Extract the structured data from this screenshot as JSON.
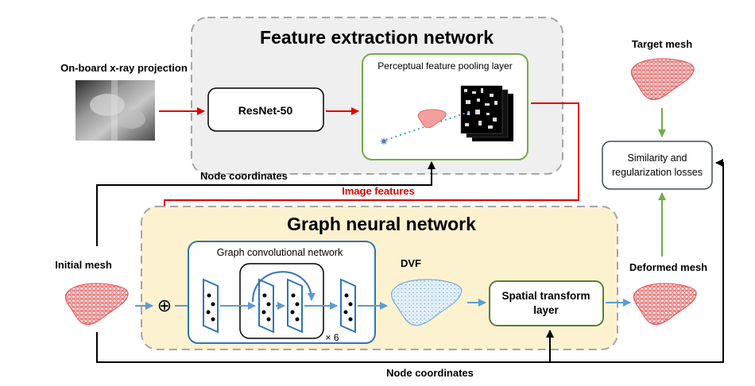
{
  "feature_extraction": {
    "title": "Feature extraction network",
    "resnet_label": "ResNet-50",
    "pooling_label": "Perceptual feature pooling layer"
  },
  "inputs": {
    "xray_label": "On-board x-ray projection",
    "initial_mesh_label": "Initial mesh",
    "target_mesh_label": "Target mesh",
    "deformed_mesh_label": "Deformed mesh"
  },
  "flows": {
    "node_coordinates_top": "Node coordinates",
    "image_features": "Image features",
    "node_coordinates_bottom": "Node coordinates"
  },
  "gnn": {
    "title": "Graph neural network",
    "gcn_label": "Graph convolutional network",
    "repeat_label": "× 6",
    "dvf_label": "DVF",
    "stl_line1": "Spatial transform",
    "stl_line2": "layer",
    "sum_symbol": "⊕"
  },
  "losses": {
    "line1": "Similarity and",
    "line2": "regularization losses"
  },
  "colors": {
    "red_arrow": "#e00000",
    "blue_arrow": "#5b9bd5",
    "green_arrow": "#70ad47",
    "black_arrow": "#000000",
    "feature_box_fill": "#efefef",
    "gnn_box_fill": "#fdf2d0",
    "gcn_border": "#2e75b6",
    "green_border": "#70ad47",
    "mesh_red": "#e05050",
    "dvf_blue": "#6fa8dc"
  }
}
